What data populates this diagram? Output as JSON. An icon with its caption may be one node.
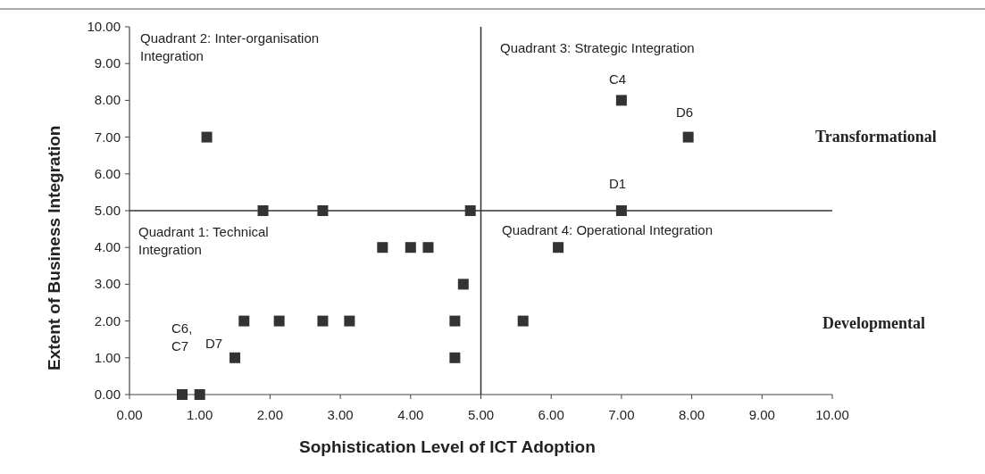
{
  "diagram": {
    "labels": [
      "Quadrant 2: Inter-organisation Integration",
      "Quadrant 3: Strategic Integration",
      "Quadrant 1: Technical Integration",
      "Quadrant 4: Operational Integration",
      "C4",
      "D6",
      "D1",
      "C6, C7",
      "D7",
      "Transformational",
      "Developmental"
    ],
    "chart_data": {
      "type": "scatter",
      "xlabel": "Sophistication Level of ICT Adoption",
      "ylabel": "Extent of Business Integration",
      "xlim": [
        0,
        10
      ],
      "ylim": [
        0,
        10
      ],
      "xticks": [
        {
          "value": 0,
          "label": "0.00"
        },
        {
          "value": 1,
          "label": "1.00"
        },
        {
          "value": 2,
          "label": "2.00"
        },
        {
          "value": 3,
          "label": "3.00"
        },
        {
          "value": 4,
          "label": "4.00"
        },
        {
          "value": 5,
          "label": "5.00"
        },
        {
          "value": 6,
          "label": "6.00"
        },
        {
          "value": 7,
          "label": "7.00"
        },
        {
          "value": 8,
          "label": "8.00"
        },
        {
          "value": 9,
          "label": "9.00"
        },
        {
          "value": 10,
          "label": "10.00"
        }
      ],
      "yticks": [
        {
          "value": 0,
          "label": "0.00"
        },
        {
          "value": 1,
          "label": "1.00"
        },
        {
          "value": 2,
          "label": "2.00"
        },
        {
          "value": 3,
          "label": "3.00"
        },
        {
          "value": 4,
          "label": "4.00"
        },
        {
          "value": 5,
          "label": "5.00"
        },
        {
          "value": 6,
          "label": "6.00"
        },
        {
          "value": 7,
          "label": "7.00"
        },
        {
          "value": 8,
          "label": "8.00"
        },
        {
          "value": 9,
          "label": "9.00"
        },
        {
          "value": 10,
          "label": "10.00"
        }
      ],
      "x": [
        1.1,
        1.9,
        2.75,
        4.85,
        3.6,
        4.0,
        4.25,
        4.75,
        1.63,
        2.13,
        2.75,
        3.13,
        4.63,
        1.5,
        4.63,
        0.75,
        1.0,
        7.0,
        7.95,
        7.0,
        6.1,
        5.6
      ],
      "series": [
        {
          "color": "#333333",
          "values": [
            7,
            5,
            5,
            5,
            4,
            4,
            4,
            3,
            2,
            2,
            2,
            2,
            2,
            1,
            1,
            0,
            0,
            8,
            7,
            5,
            4,
            2
          ]
        }
      ]
    }
  }
}
